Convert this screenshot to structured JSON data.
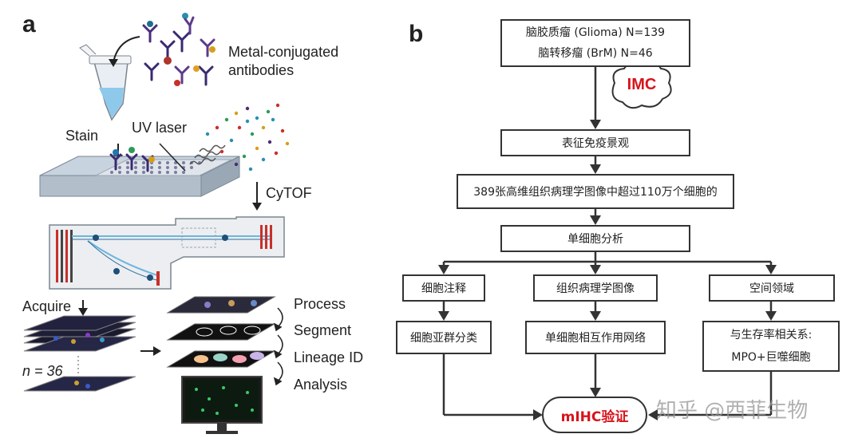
{
  "panel_a": {
    "label": "a",
    "antibodies_label": [
      "Metal-conjugated",
      "antibodies"
    ],
    "stain": "Stain",
    "uv_laser": "UV laser",
    "cytof": "CyTOF",
    "acquire": "Acquire",
    "n_label": "n = 36",
    "steps": [
      "Process",
      "Segment",
      "Lineage ID",
      "Analysis"
    ]
  },
  "panel_b": {
    "label": "b",
    "cohort_line1": "脑胶质瘤 (Glioma) N=139",
    "cohort_line2": "脑转移瘤 (BrM) N=46",
    "imc": "IMC",
    "step1": "表征免疫景观",
    "step2": "389张高维组织病理学图像中超过110万个细胞的",
    "step3": "单细胞分析",
    "branch_left": "细胞注释",
    "branch_mid": "组织病理学图像",
    "branch_right": "空间领域",
    "leaf_left": "细胞亚群分类",
    "leaf_mid": "单细胞相互作用网络",
    "leaf_right_line1": "与生存率相关系:",
    "leaf_right_line2": "MPO+巨噬细胞",
    "final": "mIHC验证"
  },
  "watermark": "知乎 @西菲生物",
  "colors": {
    "imc_red": "#d8141c",
    "line": "#333333"
  }
}
